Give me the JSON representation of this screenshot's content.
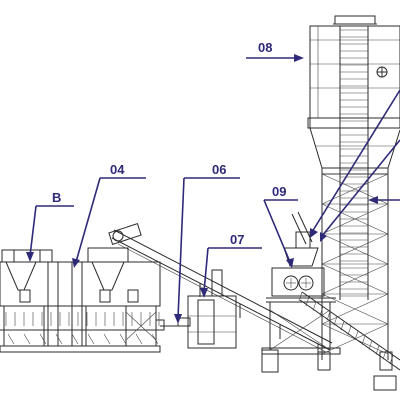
{
  "accent_color": "#2e2a78",
  "line_color": "#2b2b2b",
  "callouts": {
    "b": {
      "label": "B"
    },
    "c04": {
      "label": "04"
    },
    "c06": {
      "label": "06"
    },
    "c07": {
      "label": "07"
    },
    "c08": {
      "label": "08"
    },
    "c09": {
      "label": "09"
    }
  }
}
